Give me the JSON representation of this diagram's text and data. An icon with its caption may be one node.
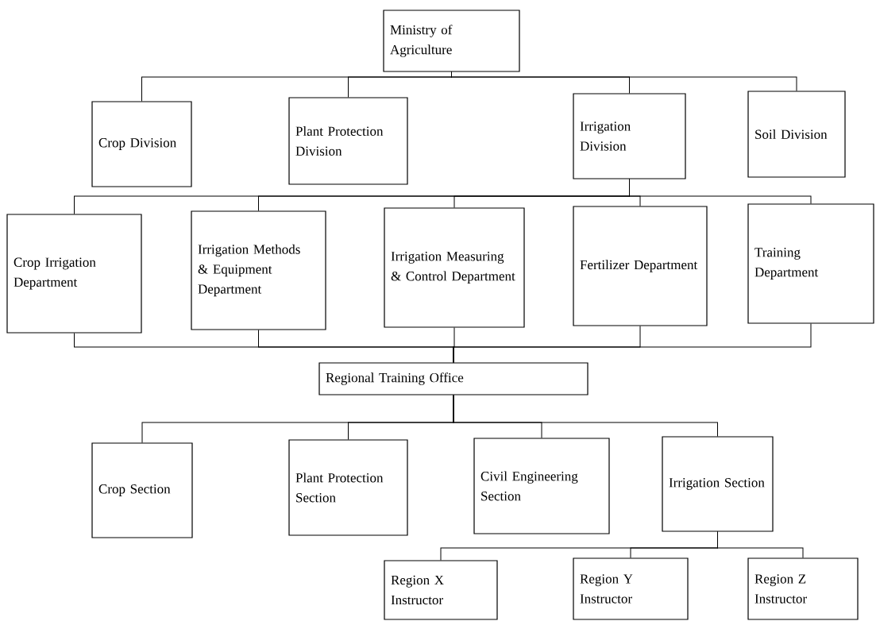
{
  "diagram": {
    "nodes": [
      {
        "text": [
          "Ministry of Agriculture"
        ]
      },
      {
        "text": [
          "Crop Division"
        ]
      },
      {
        "text": [
          "Plant Protection Division"
        ]
      },
      {
        "text": [
          "Irrigation Division"
        ]
      },
      {
        "text": [
          "Soil Division"
        ]
      },
      {
        "text": [
          "Crop Irrigation Department"
        ]
      },
      {
        "text": [
          "Irrigation Methods & Equipment Department"
        ]
      },
      {
        "text": [
          "Irrigation Measuring & Control Department"
        ]
      },
      {
        "text": [
          "Fertilizer Department"
        ]
      },
      {
        "text": [
          "Training Department"
        ]
      },
      {
        "text": [
          "Regional Training Office"
        ]
      },
      {
        "text": [
          "Crop Section"
        ]
      },
      {
        "text": [
          "Plant Protection Section"
        ]
      },
      {
        "text": [
          "Civil Engineering Section"
        ]
      },
      {
        "text": [
          "Irrigation Section"
        ]
      },
      {
        "text": [
          "Region X Instructor"
        ]
      },
      {
        "text": [
          "Region Y Instructor"
        ]
      },
      {
        "text": [
          "Region Z Instructor"
        ]
      }
    ],
    "edges": [
      {
        "from": 0,
        "to": 1,
        "arrow": "none"
      },
      {
        "from": 0,
        "to": 2,
        "arrow": "none"
      },
      {
        "from": 0,
        "to": 3,
        "arrow": "none"
      },
      {
        "from": 0,
        "to": 4,
        "arrow": "none"
      },
      {
        "from": 3,
        "to": 5,
        "arrow": "none"
      },
      {
        "from": 3,
        "to": 6,
        "arrow": "none"
      },
      {
        "from": 3,
        "to": 7,
        "arrow": "none"
      },
      {
        "from": 3,
        "to": 8,
        "arrow": "none"
      },
      {
        "from": 3,
        "to": 9,
        "arrow": "none"
      },
      {
        "from": 5,
        "to": 10,
        "arrow": "none"
      },
      {
        "from": 6,
        "to": 10,
        "arrow": "none"
      },
      {
        "from": 7,
        "to": 10,
        "arrow": "none"
      },
      {
        "from": 8,
        "to": 10,
        "arrow": "none"
      },
      {
        "from": 9,
        "to": 10,
        "arrow": "none"
      },
      {
        "from": 10,
        "to": 11,
        "arrow": "none"
      },
      {
        "from": 10,
        "to": 12,
        "arrow": "none"
      },
      {
        "from": 10,
        "to": 13,
        "arrow": "none"
      },
      {
        "from": 10,
        "to": 14,
        "arrow": "none"
      },
      {
        "from": 14,
        "to": 15,
        "arrow": "none"
      },
      {
        "from": 14,
        "to": 16,
        "arrow": "none"
      },
      {
        "from": 14,
        "to": 17,
        "arrow": "none"
      }
    ]
  }
}
